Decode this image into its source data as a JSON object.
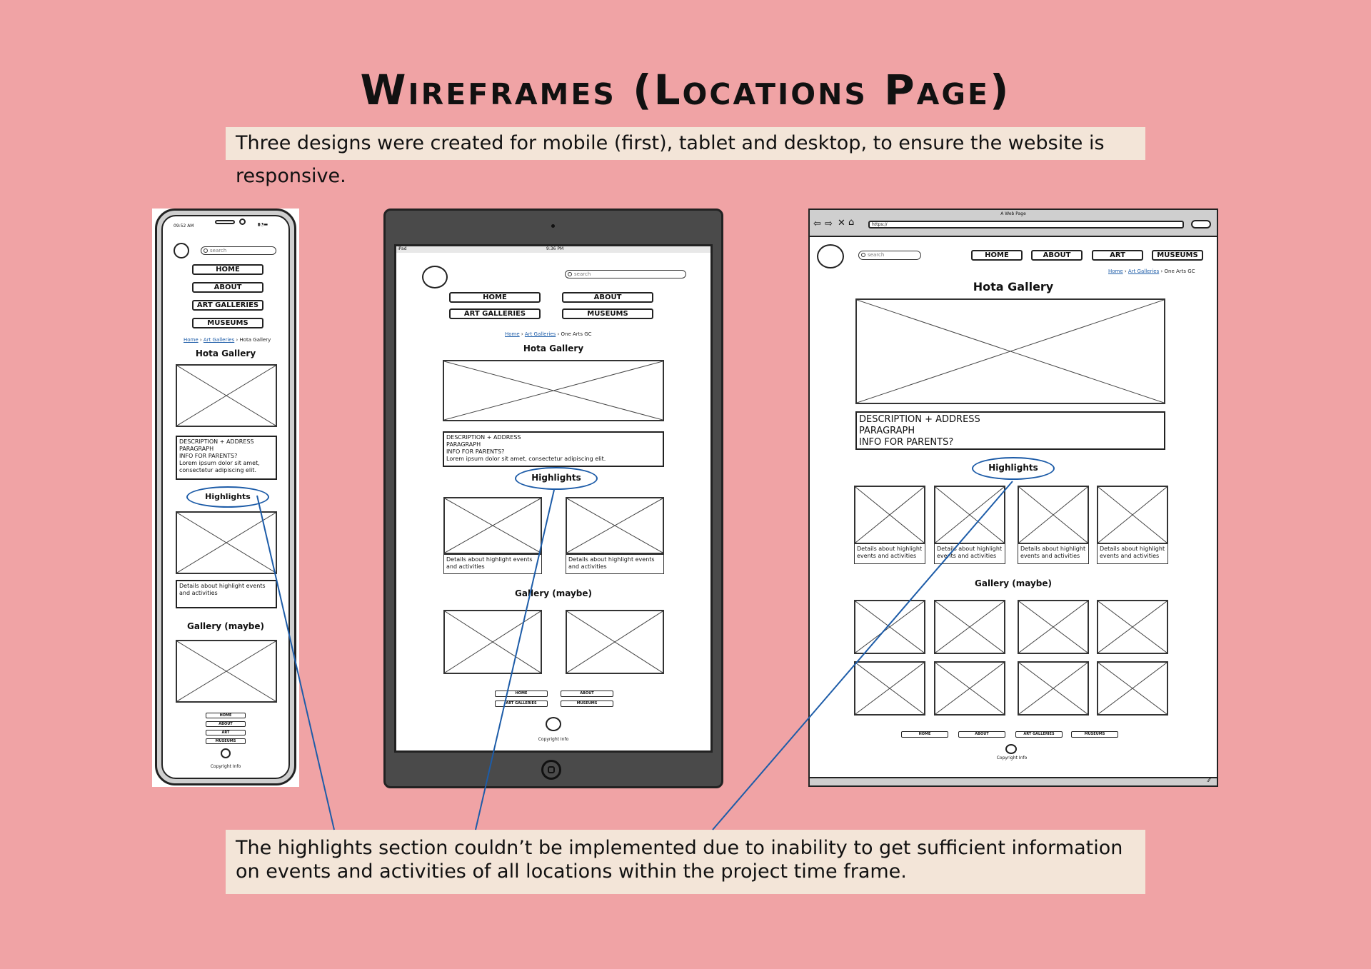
{
  "title": "Wireframes (Locations Page)",
  "intro": "Three designs were created for mobile (first), tablet and desktop, to ensure the website is responsive.",
  "outro": "The highlights section couldn’t be implemented due to inability to get sufficient information on events and activities of all locations within the project time frame.",
  "mobile": {
    "time": "09:52 AM",
    "search_placeholder": "search",
    "nav": [
      "HOME",
      "ABOUT",
      "ART GALLERIES",
      "MUSEUMS"
    ],
    "crumb_home": "Home",
    "crumb_mid": "Art Galleries",
    "crumb_current": "Hota Gallery",
    "heading": "Hota Gallery",
    "desc": "DESCRIPTION + ADDRESS\nPARAGRAPH\nINFO FOR PARENTS?\nLorem ipsum dolor sit amet,\nconsectetur adipiscing elit.",
    "highlights": "Highlights",
    "highlight_caption": "Details about highlight events and activities",
    "gallery": "Gallery (maybe)",
    "footer_nav": [
      "HOME",
      "ABOUT",
      "ART",
      "MUSEUMS"
    ],
    "copyright": "Copyright Info"
  },
  "tablet": {
    "device": "iPad",
    "time": "9:36 PM",
    "search_placeholder": "search",
    "nav": [
      "HOME",
      "ABOUT",
      "ART GALLERIES",
      "MUSEUMS"
    ],
    "crumb_home": "Home",
    "crumb_mid": "Art Galleries",
    "crumb_current": "One Arts GC",
    "heading": "Hota Gallery",
    "desc": "DESCRIPTION + ADDRESS\nPARAGRAPH\nINFO FOR PARENTS?\nLorem ipsum dolor sit amet, consectetur adipiscing elit.",
    "highlights": "Highlights",
    "highlight_caption": "Details about highlight events and activities",
    "gallery": "Gallery (maybe)",
    "footer_nav": [
      "HOME",
      "ABOUT",
      "ART GALLERIES",
      "MUSEUMS"
    ],
    "copyright": "Copyright Info"
  },
  "desktop": {
    "window_title": "A Web Page",
    "url": "https://",
    "search_placeholder": "search",
    "nav": [
      "HOME",
      "ABOUT",
      "ART",
      "MUSEUMS"
    ],
    "crumb_home": "Home",
    "crumb_mid": "Art Galleries",
    "crumb_current": "One Arts GC",
    "heading": "Hota Gallery",
    "desc": "DESCRIPTION + ADDRESS\nPARAGRAPH\nINFO FOR PARENTS?",
    "highlights": "Highlights",
    "highlight_caption": "Details about highlight events and activities",
    "gallery": "Gallery (maybe)",
    "footer_nav": [
      "HOME",
      "ABOUT",
      "ART GALLERIES",
      "MUSEUMS"
    ],
    "copyright": "Copyright Info"
  },
  "colors": {
    "background": "#f0a3a5",
    "note": "#f3e5d8",
    "connector": "#1d5ca8"
  }
}
